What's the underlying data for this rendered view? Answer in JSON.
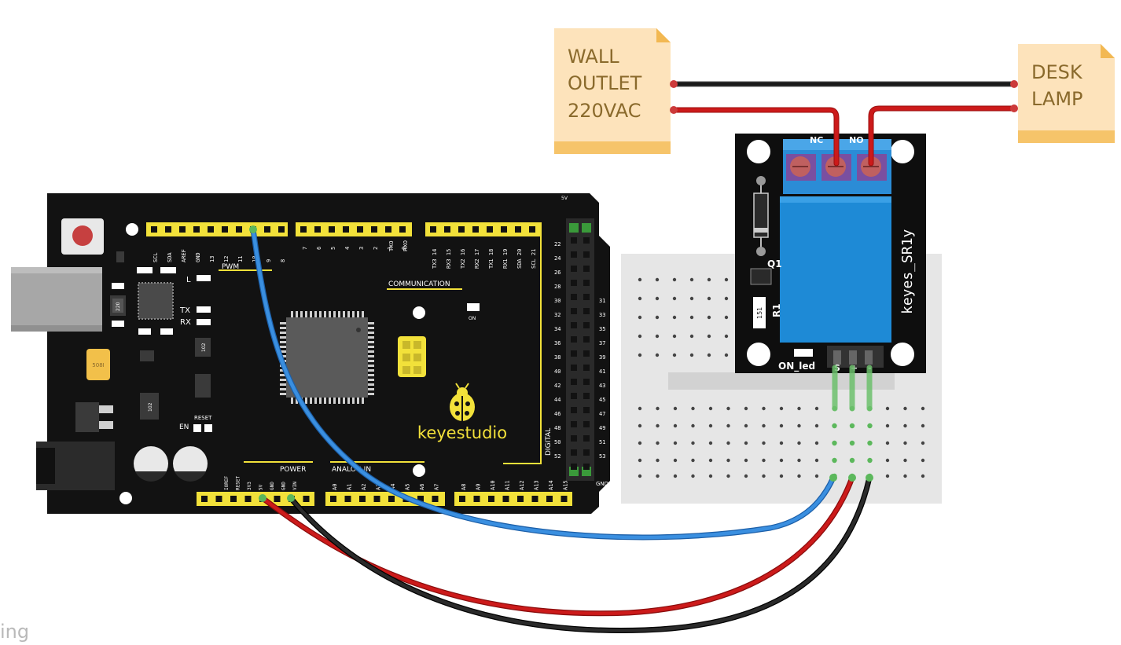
{
  "notes": {
    "wall_outlet": {
      "lines": [
        "WALL",
        "OUTLET",
        "220VAC"
      ]
    },
    "desk_lamp": {
      "lines": [
        "DESK",
        "LAMP"
      ]
    }
  },
  "board": {
    "brand": "keyestudio",
    "top_header_left": [
      "SCL",
      "SDA",
      "AREF",
      "GND",
      "13",
      "12",
      "11",
      "10",
      "9",
      "8"
    ],
    "top_header_mid": [
      "7",
      "6",
      "5",
      "4",
      "3",
      "2",
      "1",
      "0"
    ],
    "top_header_right": [
      "TX3 14",
      "RX3 15",
      "TX2 16",
      "RX2 17",
      "TX1 18",
      "RX1 19",
      "SDA 20",
      "SCL 21"
    ],
    "label_pwm": "PWM",
    "label_communication": "COMMUNICATION",
    "label_tx0": "TX0",
    "label_rx0": "RX0",
    "label_l": "L",
    "label_tx": "TX",
    "label_rx": "RX",
    "label_on": "ON",
    "label_reset": "RESET",
    "label_en": "EN",
    "label_power": "POWER",
    "label_analog": "ANALOG IN",
    "label_digital": "DIGITAL",
    "label_5v": "5V",
    "label_gnd": "GND",
    "power_pins": [
      "IOREF",
      "RESET",
      "3V3",
      "5V",
      "GND",
      "GND",
      "VIN"
    ],
    "analog_pins_a": [
      "A0",
      "A1",
      "A2",
      "A3",
      "A4",
      "A5",
      "A6",
      "A7"
    ],
    "analog_pins_b": [
      "A8",
      "A9",
      "A10",
      "A11",
      "A12",
      "A13",
      "A14",
      "A15"
    ],
    "digital_left": [
      "22",
      "24",
      "26",
      "28",
      "30",
      "32",
      "34",
      "36",
      "38",
      "40",
      "42",
      "44",
      "46",
      "48",
      "50",
      "52"
    ],
    "digital_right": [
      "31",
      "33",
      "35",
      "37",
      "39",
      "41",
      "43",
      "45",
      "47",
      "49",
      "51",
      "53"
    ],
    "chip_220": "220",
    "chip_102a": "102",
    "chip_102b": "102",
    "crystal": "508I"
  },
  "relay": {
    "name": "keyes_SR1y",
    "label_nc": "NC",
    "label_no": "NO",
    "label_q1": "Q1",
    "label_r1": "R1",
    "label_r1_value": "151",
    "label_on_led": "ON_led",
    "label_s": "S",
    "label_plus": "+",
    "label_minus": "-"
  },
  "watermark": "ing",
  "wire_colors": {
    "red": "#cc1a1a",
    "black": "#1a1a1a",
    "blue": "#2f7fd6",
    "green": "#5cb85c"
  }
}
